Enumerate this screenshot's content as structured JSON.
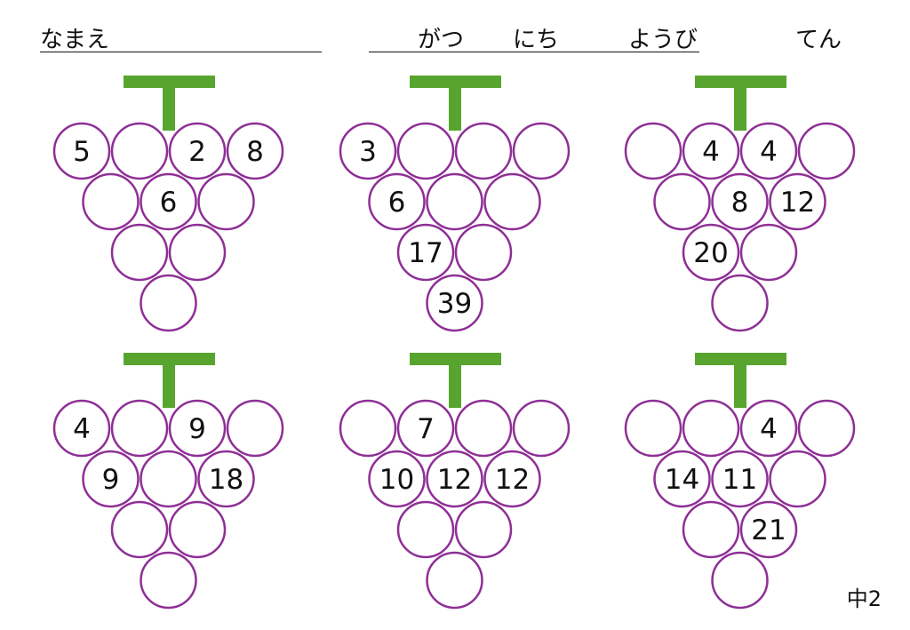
{
  "header": {
    "name_label": "なまえ",
    "month_label": "がつ",
    "day_label": "にち",
    "weekday_label": "ようび",
    "score_label": "てん"
  },
  "footer": {
    "grade": "中2"
  },
  "colors": {
    "stem": "#57a52f",
    "circle": "#8e2f95",
    "text": "#111111"
  },
  "puzzles": [
    {
      "rows": [
        [
          "5",
          "",
          "2",
          "8"
        ],
        [
          "",
          "6",
          ""
        ],
        [
          "",
          ""
        ],
        [
          ""
        ]
      ]
    },
    {
      "rows": [
        [
          "3",
          "",
          "",
          ""
        ],
        [
          "6",
          "",
          ""
        ],
        [
          "17",
          ""
        ],
        [
          "39"
        ]
      ]
    },
    {
      "rows": [
        [
          "",
          "4",
          "4",
          ""
        ],
        [
          "",
          "8",
          "12"
        ],
        [
          "20",
          ""
        ],
        [
          ""
        ]
      ]
    },
    {
      "rows": [
        [
          "4",
          "",
          "9",
          ""
        ],
        [
          "9",
          "",
          "18"
        ],
        [
          "",
          ""
        ],
        [
          ""
        ]
      ]
    },
    {
      "rows": [
        [
          "",
          "7",
          "",
          ""
        ],
        [
          "10",
          "12",
          "12"
        ],
        [
          "",
          ""
        ],
        [
          ""
        ]
      ]
    },
    {
      "rows": [
        [
          "",
          "",
          "4",
          ""
        ],
        [
          "14",
          "11",
          ""
        ],
        [
          "",
          "21"
        ],
        [
          ""
        ]
      ]
    }
  ]
}
